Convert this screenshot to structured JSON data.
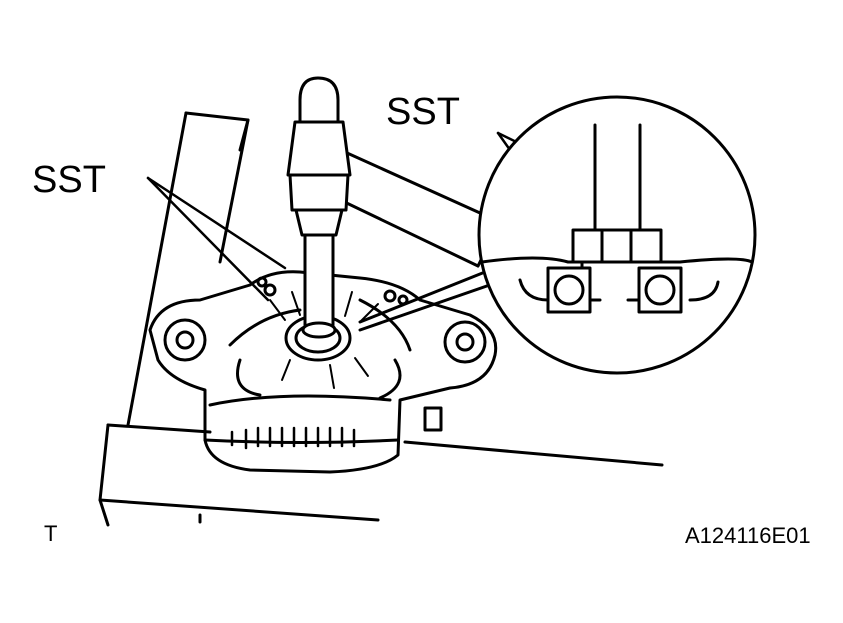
{
  "labels": {
    "sst_left": "SST",
    "sst_right": "SST",
    "corner_mark": "T",
    "figure_code": "A124116E01"
  },
  "colors": {
    "line": "#000000",
    "background": "#ffffff"
  }
}
